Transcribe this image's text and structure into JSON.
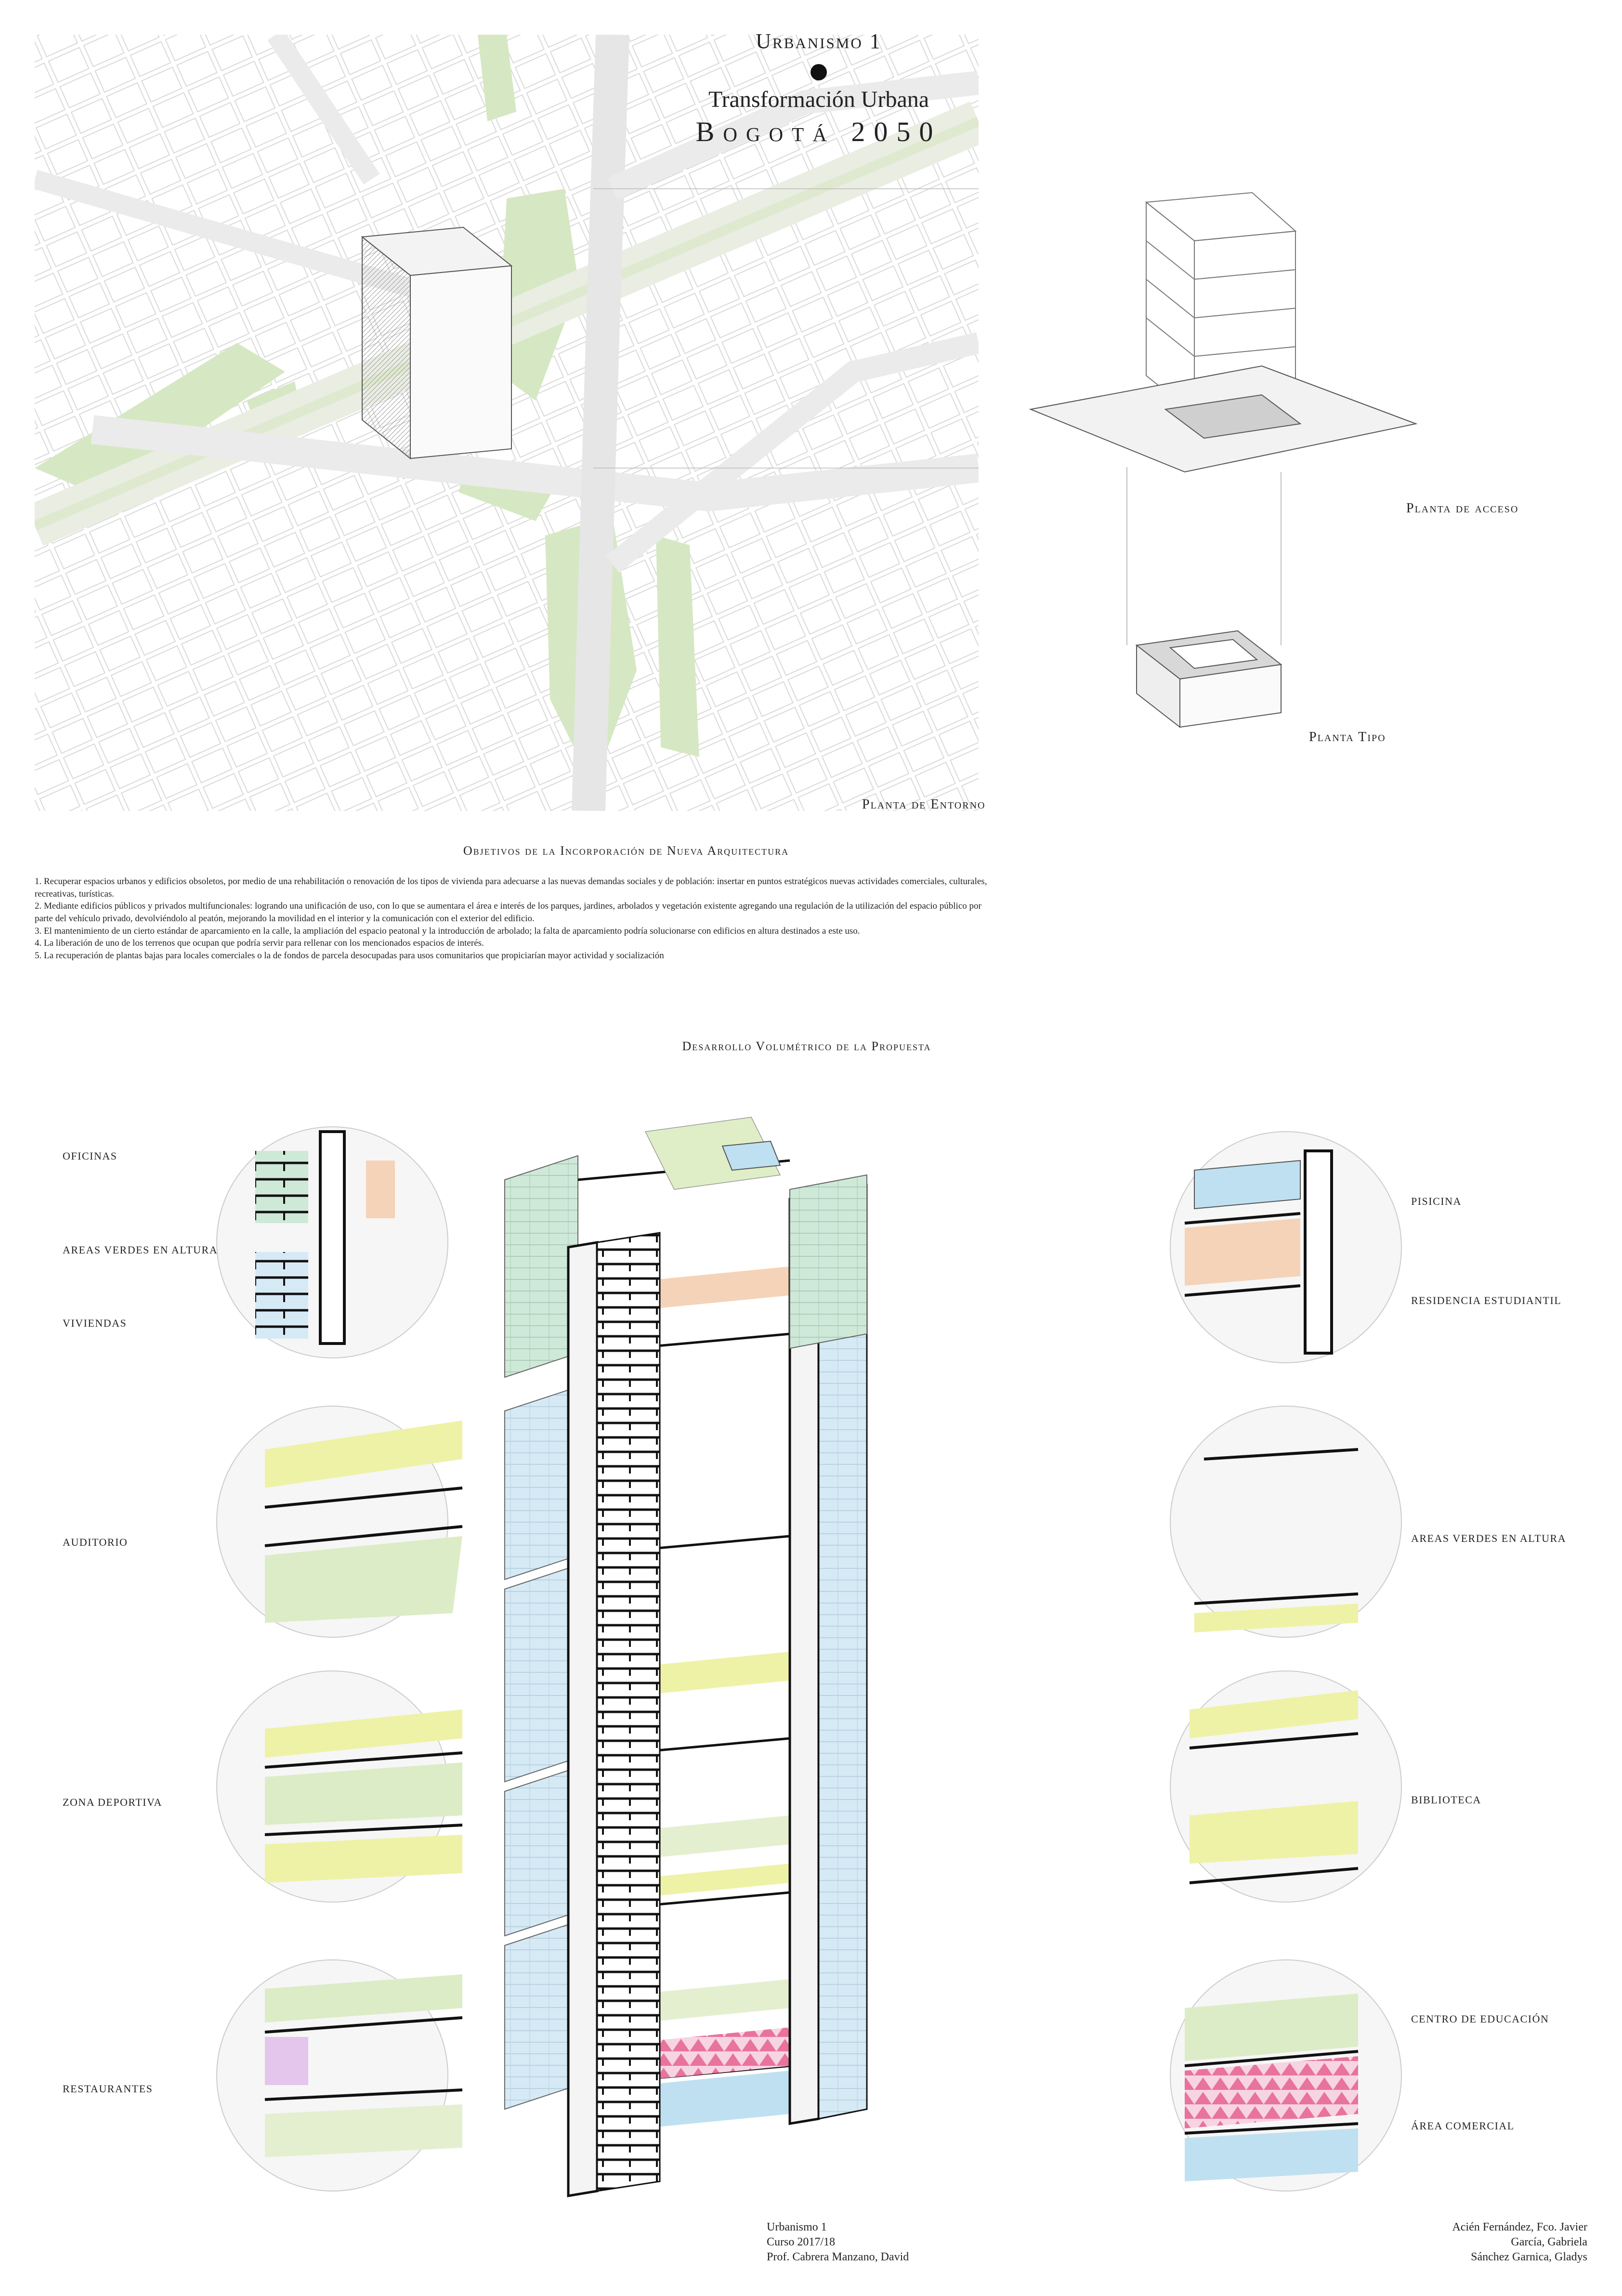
{
  "header": {
    "course": "Urbanismo 1",
    "subtitle": "Transformación Urbana",
    "city": "Bogotá 2050"
  },
  "plans": {
    "access": "Planta de acceso",
    "typical": "Planta Tipo",
    "context": "Planta de Entorno"
  },
  "objectives": {
    "title": "Objetivos de la Incorporación de Nueva Arquitectura",
    "items": [
      "1. Recuperar espacios urbanos y edificios obsoletos, por medio de una rehabilitación o renovación de los tipos de vivienda para adecuarse a las nuevas demandas sociales y de población: insertar en puntos estratégicos nuevas actividades comerciales, culturales, recreativas, turísticas.",
      "2. Mediante edificios públicos y privados multifuncionales: logrando una unificación de uso, con lo que se aumentara el área e interés de los parques, jardines, arbolados y vegetación existente agregando una regulación de la utilización del espacio público por parte del vehículo privado, devolviéndolo al peatón, mejorando la movilidad en el interior y la comunicación con el exterior del edificio.",
      "3. El mantenimiento de un cierto estándar de aparcamiento en la calle, la ampliación del espacio peatonal y la introducción de arbolado; la falta de aparcamiento podría solucionarse con edificios en altura destinados a este uso.",
      "4. La liberación de uno de los terrenos que ocupan que podría servir para rellenar con los mencionados espacios de interés.",
      "5. La recuperación de plantas bajas para locales comerciales o la de fondos de parcela desocupadas para usos comunitarios que propiciarían mayor actividad y socialización"
    ]
  },
  "volumetric": {
    "title": "Desarrollo Volumétrico de la Propuesta",
    "labels_left": [
      "OFICINAS",
      "AREAS VERDES EN ALTURA",
      "VIVIENDAS",
      "AUDITORIO",
      "ZONA DEPORTIVA",
      "RESTAURANTES"
    ],
    "labels_right": [
      "PISICINA",
      "RESIDENCIA ESTUDIANTIL",
      "AREAS VERDES EN ALTURA",
      "BIBLIOTECA",
      "CENTRO DE EDUCACIÓN",
      "ÁREA COMERCIAL"
    ]
  },
  "footer": {
    "course_lines": [
      "Urbanismo 1",
      "Curso 2017/18",
      "Prof. Cabrera Manzano, David"
    ],
    "authors": [
      "Acién Fernández, Fco. Javier",
      "García, Gabriela",
      "Sánchez Garnica, Gladys"
    ]
  },
  "colors": {
    "green": "#d6e8c3",
    "road": "#ebebeb",
    "mint": "#cfe9d9",
    "lightblue": "#d6eaf6",
    "yellow": "#eef2a6",
    "orange": "#f5d3b8",
    "pink": "#e8739d",
    "violet": "#e4c6ec",
    "pool": "#bfe0f0"
  }
}
